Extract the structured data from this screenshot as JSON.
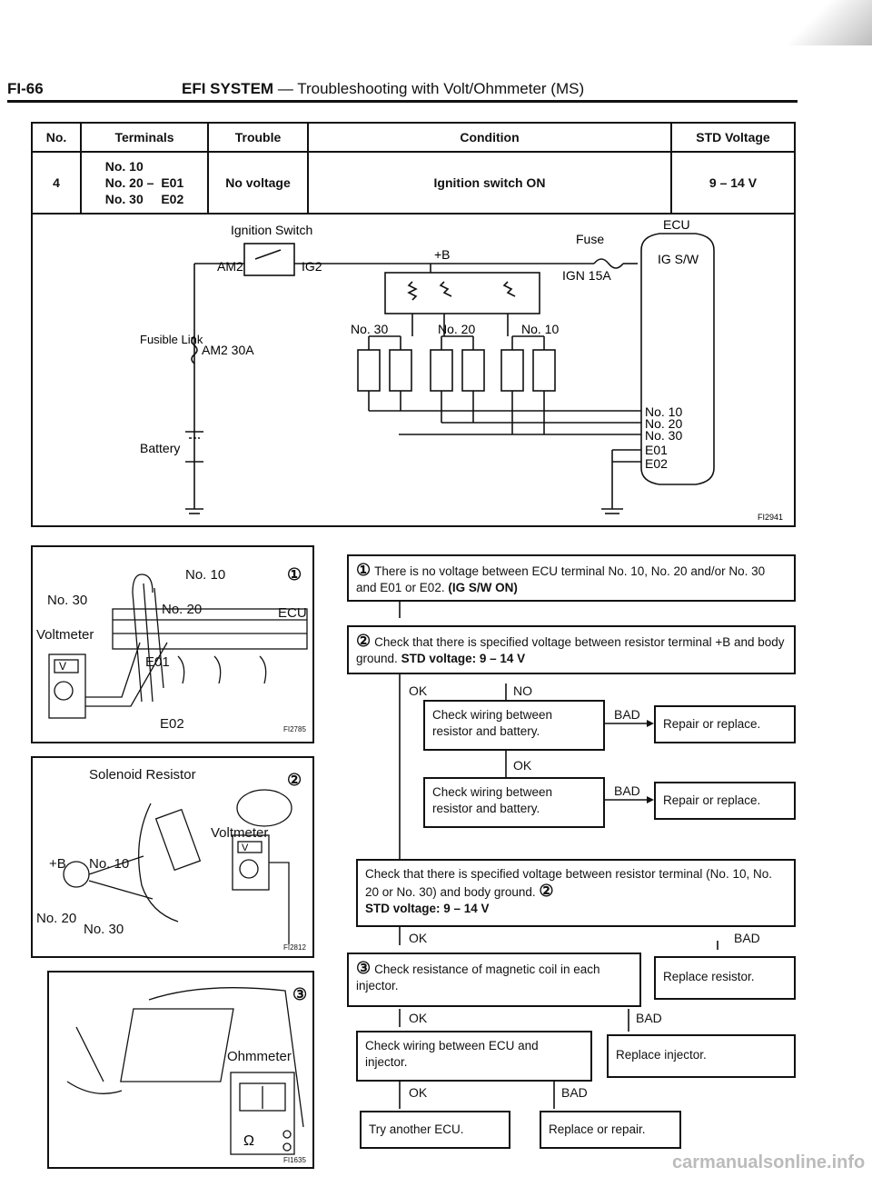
{
  "header": {
    "page_code": "FI-66",
    "title_bold": "EFI SYSTEM",
    "title_rest": "— Troubleshooting with Volt/Ohmmeter (MS)"
  },
  "spec_table": {
    "headers": [
      "No.",
      "Terminals",
      "Trouble",
      "Condition",
      "STD Voltage"
    ],
    "row": {
      "no": "4",
      "terminals": [
        "No. 10",
        "No. 20",
        "No. 30"
      ],
      "dash": "–",
      "ground_terminals": [
        "E01",
        "E02"
      ],
      "trouble": "No voltage",
      "condition": "Ignition switch ON",
      "std_voltage": "9 – 14 V"
    }
  },
  "circuit_diagram": {
    "ignition_switch": "Ignition Switch",
    "am2": "AM2",
    "ig2": "IG2",
    "fuse": "Fuse",
    "fuse_rating": "IGN 15A",
    "ecu": "ECU",
    "ig_sw": "IG S/W",
    "plus_b": "+B",
    "fusible_link": "Fusible Link",
    "am2_30a": "AM2 30A",
    "battery": "Battery",
    "no30": "No. 30",
    "no20": "No. 20",
    "no10": "No. 10",
    "ecu_terminals": [
      "No. 10",
      "No. 20",
      "No. 30",
      "E01",
      "E02"
    ],
    "figure_code": "FI2941"
  },
  "pictures": {
    "p1": {
      "step": "①",
      "labels": [
        "No. 10",
        "No. 30",
        "No. 20",
        "ECU",
        "Voltmeter",
        "E01",
        "E02"
      ],
      "meter": "V",
      "code": "FI2785"
    },
    "p2": {
      "step": "②",
      "labels": [
        "Solenoid Resistor",
        "Voltmeter",
        "+B",
        "No. 10",
        "No. 20",
        "No. 30"
      ],
      "meter": "V",
      "code": "FI2812"
    },
    "p3": {
      "step": "③",
      "labels": [
        "Ohmmeter"
      ],
      "omega": "Ω",
      "code": "FI1635"
    }
  },
  "flow": {
    "s1": {
      "num": "①",
      "text": "There is no voltage between ECU terminal No. 10, No. 20 and/or No. 30 and E01 or E02.",
      "bold": "(IG S/W ON)"
    },
    "s2": {
      "num": "②",
      "text": "Check that there is specified voltage between resistor terminal +B and body ground.",
      "bold": "STD voltage:  9 – 14 V"
    },
    "ok1": "OK",
    "no1": "NO",
    "c1": "Check wiring between resistor and battery.",
    "bad1": "BAD",
    "r1": "Repair or replace.",
    "ok2": "OK",
    "c2": "Check wiring between resistor and battery.",
    "bad2": "BAD",
    "r2": "Repair or replace.",
    "s3": {
      "num": "②",
      "text": "Check that there is specified voltage between resistor terminal (No. 10, No. 20 or No. 30) and body ground.",
      "bold": "STD voltage:  9 – 14 V"
    },
    "ok3": "OK",
    "bad3": "BAD",
    "s4": {
      "num": "③",
      "text": "Check resistance of magnetic coil in each injector."
    },
    "r3": "Replace resistor.",
    "ok4": "OK",
    "bad4": "BAD",
    "c3": "Check wiring between ECU and injector.",
    "r4": "Replace injector.",
    "ok5": "OK",
    "bad5": "BAD",
    "t1": "Try another ECU.",
    "r5": "Replace or repair."
  },
  "watermark": "carmanualsonline.info"
}
